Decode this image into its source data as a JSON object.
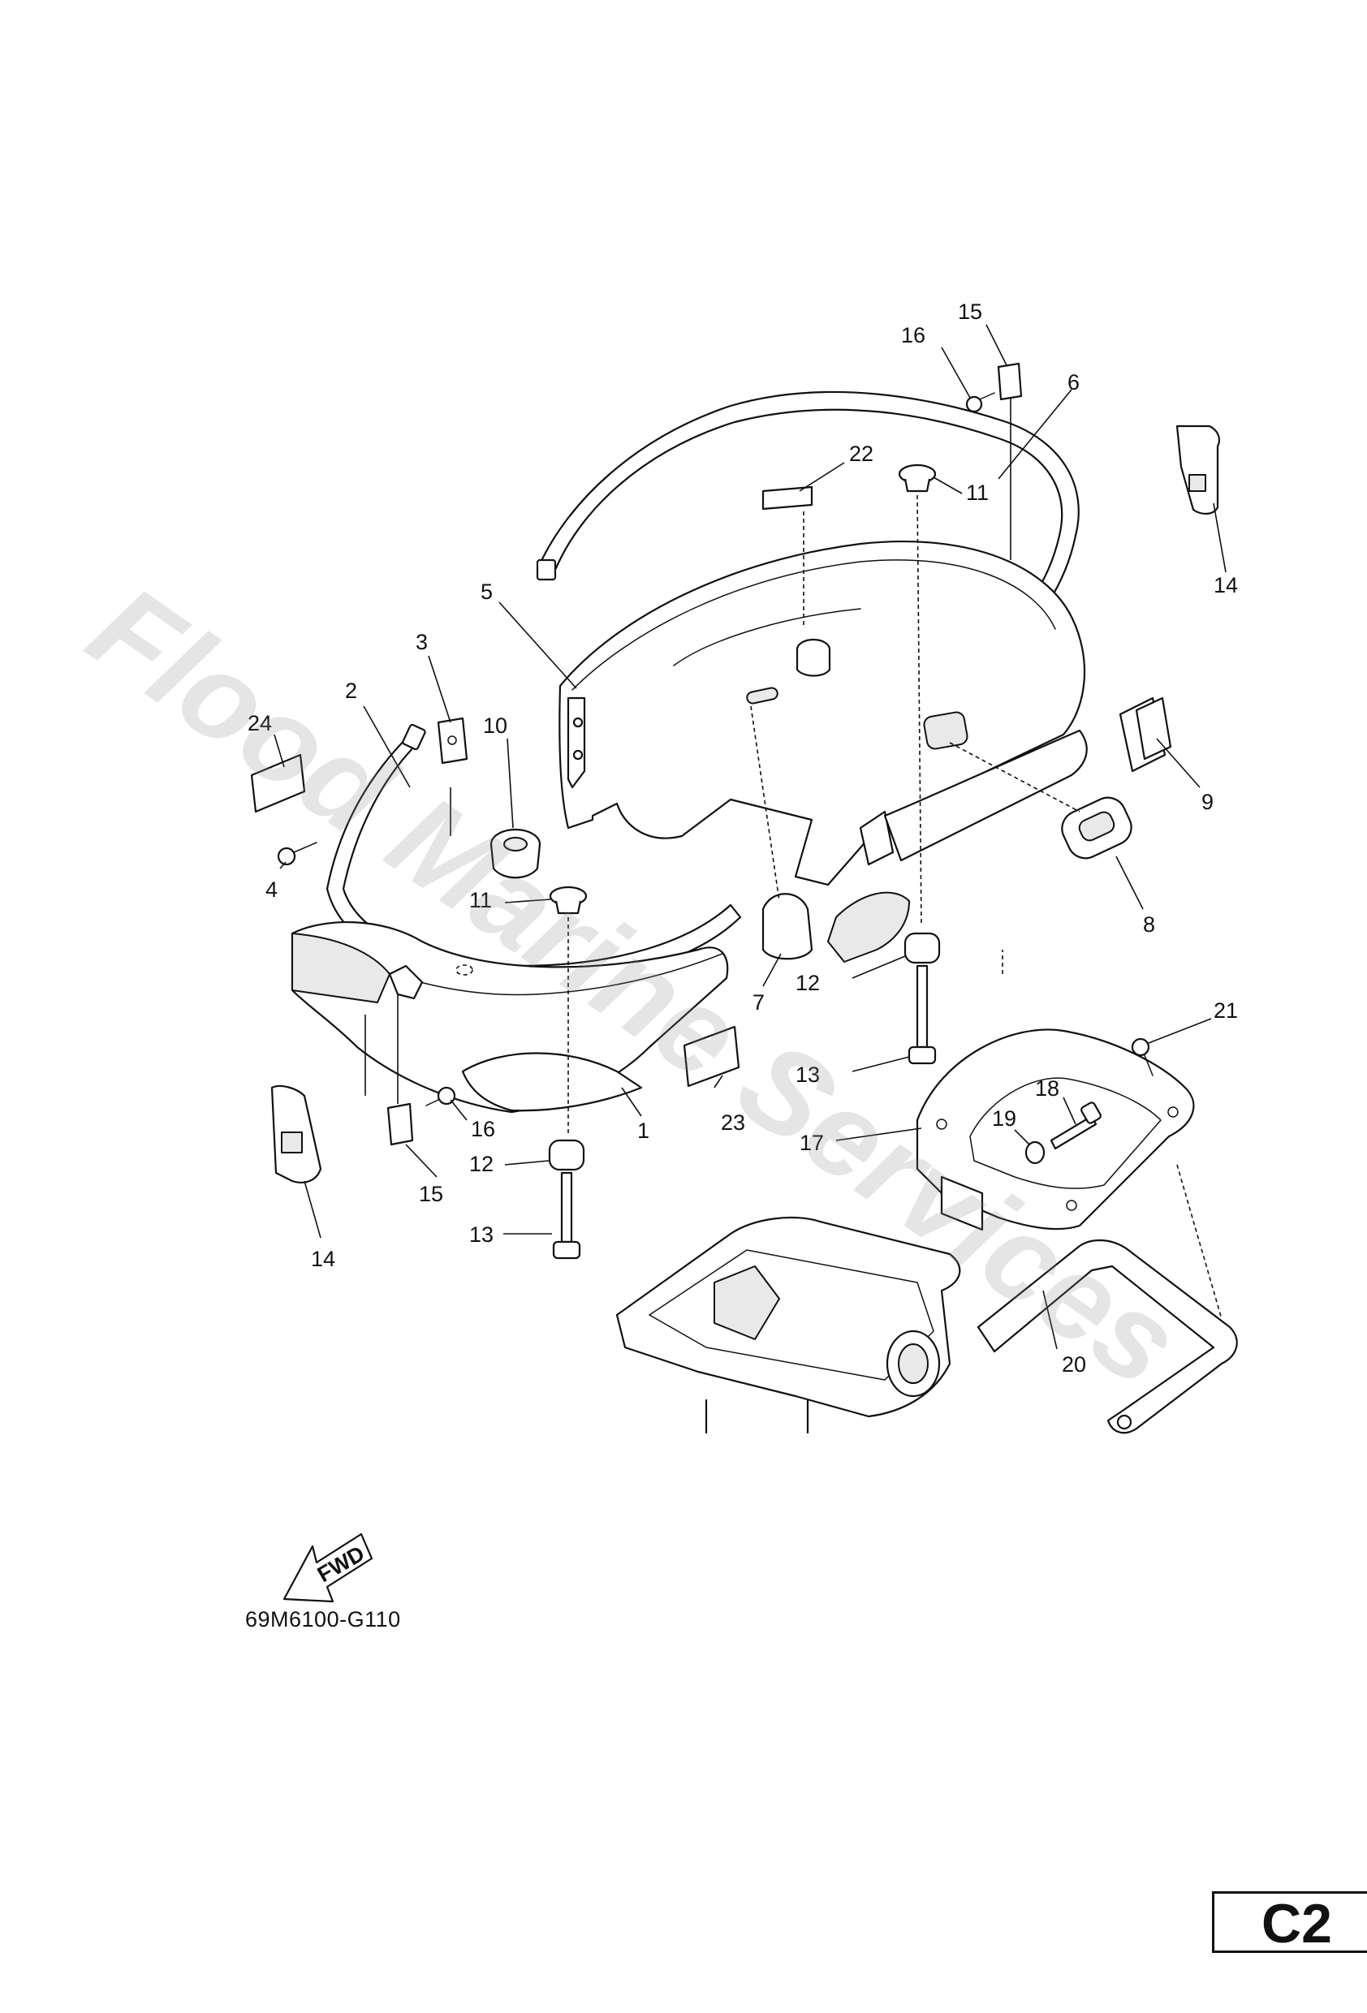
{
  "callouts": [
    {
      "id": "c1",
      "text": "1"
    },
    {
      "id": "c2",
      "text": "2"
    },
    {
      "id": "c3",
      "text": "3"
    },
    {
      "id": "c4",
      "text": "4"
    },
    {
      "id": "c5",
      "text": "5"
    },
    {
      "id": "c6",
      "text": "6"
    },
    {
      "id": "c7",
      "text": "7"
    },
    {
      "id": "c8",
      "text": "8"
    },
    {
      "id": "c9",
      "text": "9"
    },
    {
      "id": "c10",
      "text": "10"
    },
    {
      "id": "c11a",
      "text": "11"
    },
    {
      "id": "c11b",
      "text": "11"
    },
    {
      "id": "c12a",
      "text": "12"
    },
    {
      "id": "c12b",
      "text": "12"
    },
    {
      "id": "c13a",
      "text": "13"
    },
    {
      "id": "c13b",
      "text": "13"
    },
    {
      "id": "c14a",
      "text": "14"
    },
    {
      "id": "c14b",
      "text": "14"
    },
    {
      "id": "c15a",
      "text": "15"
    },
    {
      "id": "c15b",
      "text": "15"
    },
    {
      "id": "c16a",
      "text": "16"
    },
    {
      "id": "c16b",
      "text": "16"
    },
    {
      "id": "c17",
      "text": "17"
    },
    {
      "id": "c18",
      "text": "18"
    },
    {
      "id": "c19",
      "text": "19"
    },
    {
      "id": "c20",
      "text": "20"
    },
    {
      "id": "c21",
      "text": "21"
    },
    {
      "id": "c22",
      "text": "22"
    },
    {
      "id": "c23",
      "text": "23"
    },
    {
      "id": "c24",
      "text": "24"
    }
  ],
  "fwd_label": "FWD",
  "drawing_code": "69M6100-G110",
  "page_tag": "C2",
  "watermark": "Flood Marine Services"
}
